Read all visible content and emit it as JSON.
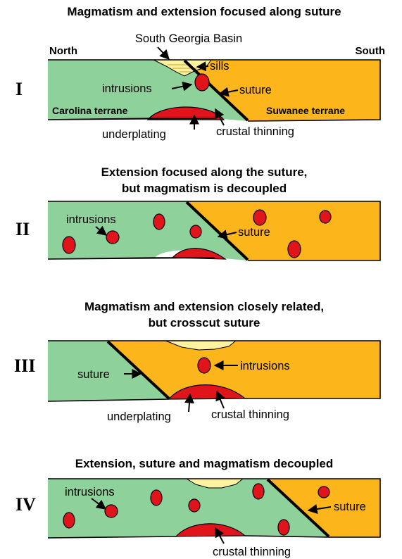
{
  "panels": [
    {
      "numeral": "I",
      "title": [
        "Magmatism and extension focused along suture"
      ],
      "labels": {
        "north": "North",
        "south": "South",
        "basin": "South Georgia Basin",
        "sills": "sills",
        "intrusions": "intrusions",
        "suture": "suture",
        "left_terrane": "Carolina terrane",
        "right_terrane": "Suwanee terrane",
        "underplating": "underplating",
        "thinning": "crustal thinning"
      }
    },
    {
      "numeral": "II",
      "title": [
        "Extension focused along the suture,",
        "but magmatism is decoupled"
      ],
      "labels": {
        "intrusions": "intrusions",
        "suture": "suture"
      }
    },
    {
      "numeral": "III",
      "title": [
        "Magmatism and extension closely related,",
        "but crosscut suture"
      ],
      "labels": {
        "suture": "suture",
        "intrusions": "intrusions",
        "underplating": "underplating",
        "thinning": "crustal thinning"
      }
    },
    {
      "numeral": "IV",
      "title": [
        "Extension, suture and magmatism decoupled"
      ],
      "labels": {
        "intrusions": "intrusions",
        "suture": "suture",
        "thinning": "crustal thinning"
      }
    }
  ],
  "colors": {
    "carolina_terrane": "#8fd19a",
    "suwanee_terrane": "#fdb51c",
    "magma": "#e0141b",
    "basin_fill": "#fff3a0"
  }
}
